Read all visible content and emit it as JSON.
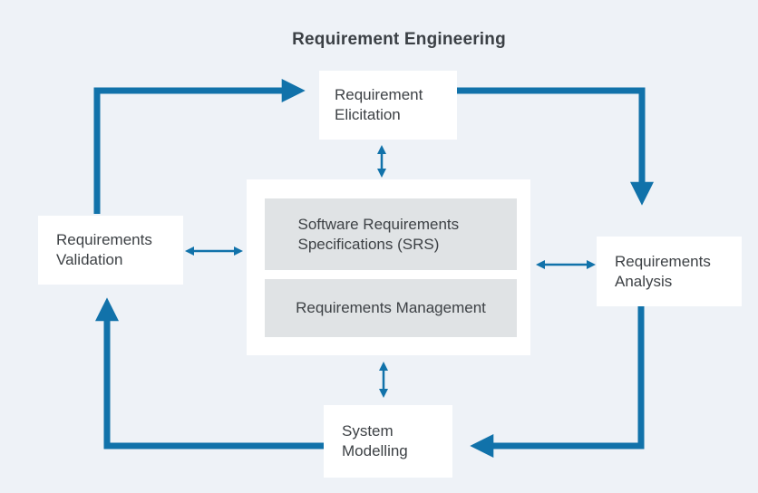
{
  "title": "Requirement Engineering",
  "nodes": {
    "requirement_elicitation": {
      "label": "Requirement Elicitation"
    },
    "requirements_analysis": {
      "label": "Requirements Analysis"
    },
    "system_modelling": {
      "label": "System Modelling"
    },
    "requirements_validation": {
      "label": "Requirements Validation"
    },
    "srs": {
      "label": "Software Requirements Specifications (SRS)"
    },
    "requirements_management": {
      "label": "Requirements Management"
    }
  },
  "connections": [
    {
      "from": "Requirements Validation",
      "to": "Requirement Elicitation",
      "style": "thick-one-way"
    },
    {
      "from": "Requirement Elicitation",
      "to": "Requirements Analysis",
      "style": "thick-one-way"
    },
    {
      "from": "Requirements Analysis",
      "to": "System Modelling",
      "style": "thick-one-way"
    },
    {
      "from": "System Modelling",
      "to": "Requirements Validation",
      "style": "thick-one-way"
    },
    {
      "from": "Requirement Elicitation",
      "to": "SRS container",
      "style": "thin-two-way"
    },
    {
      "from": "Requirements Analysis",
      "to": "SRS container",
      "style": "thin-two-way"
    },
    {
      "from": "System Modelling",
      "to": "SRS container",
      "style": "thin-two-way"
    },
    {
      "from": "Requirements Validation",
      "to": "SRS container",
      "style": "thin-two-way"
    }
  ],
  "colors": {
    "background": "#eef2f7",
    "node_background": "#ffffff",
    "inner_box_background": "#e0e3e5",
    "arrow": "#1172aa",
    "text": "#3d4145"
  }
}
